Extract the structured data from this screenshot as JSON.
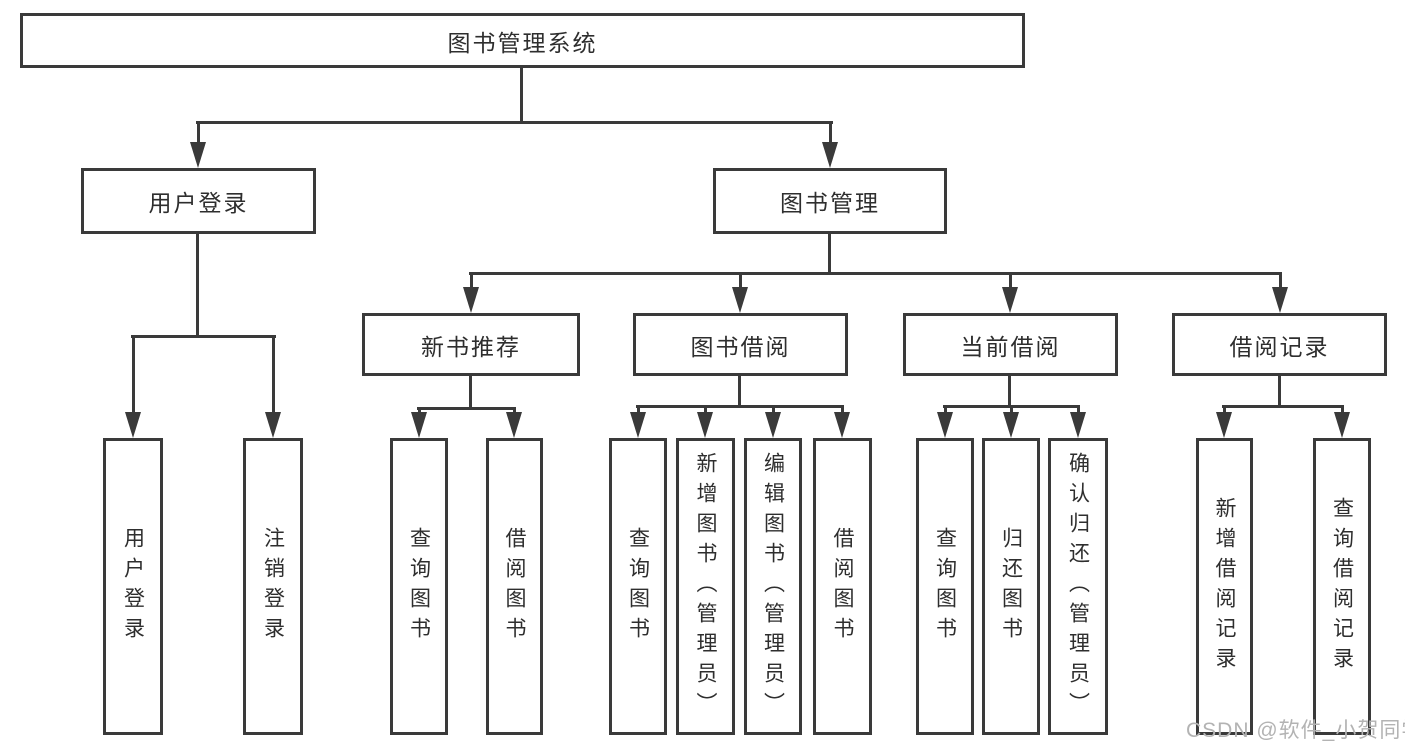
{
  "tree": {
    "label": "图书管理系统",
    "children": [
      {
        "label": "用户登录",
        "children": [
          {
            "label": "用户登录"
          },
          {
            "label": "注销登录"
          }
        ]
      },
      {
        "label": "图书管理",
        "children": [
          {
            "label": "新书推荐",
            "children": [
              {
                "label": "查询图书"
              },
              {
                "label": "借阅图书"
              }
            ]
          },
          {
            "label": "图书借阅",
            "children": [
              {
                "label": "查询图书"
              },
              {
                "label": "新增图书（管理员）"
              },
              {
                "label": "编辑图书（管理员）"
              },
              {
                "label": "借阅图书"
              }
            ]
          },
          {
            "label": "当前借阅",
            "children": [
              {
                "label": "查询图书"
              },
              {
                "label": "归还图书"
              },
              {
                "label": "确认归还（管理员）"
              }
            ]
          },
          {
            "label": "借阅记录",
            "children": [
              {
                "label": "新增借阅记录"
              },
              {
                "label": "查询借阅记录"
              }
            ]
          }
        ]
      }
    ]
  },
  "watermark": "CSDN @软件_小贺同学",
  "colors": {
    "line": "#3a3a3a",
    "text": "#2e2e2e",
    "box_fill": "#ffffff",
    "background": "#ffffff",
    "watermark": "#b3b3b3"
  }
}
